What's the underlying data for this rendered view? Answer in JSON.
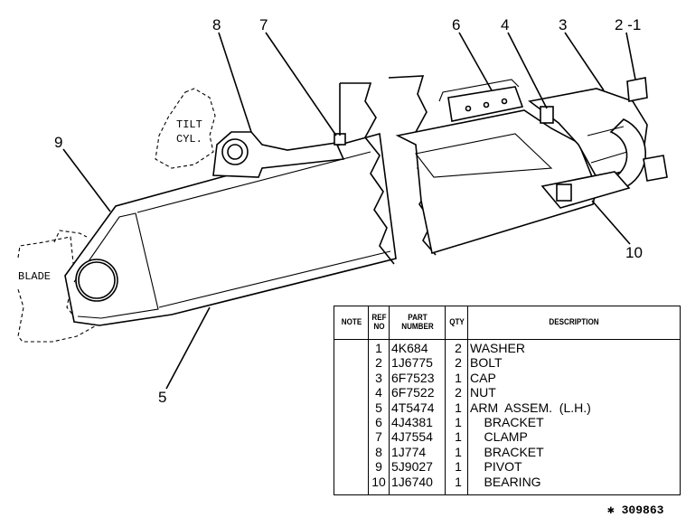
{
  "callouts": {
    "c1": "2 -1",
    "c2": "3",
    "c3": "4",
    "c4": "6",
    "c5": "7",
    "c6": "8",
    "c7": "9",
    "c8": "10",
    "c9": "5"
  },
  "annotations": {
    "tilt_line1": "TILT",
    "tilt_line2": "CYL.",
    "blade": "BLADE"
  },
  "table": {
    "headers": {
      "note": "NOTE",
      "ref_line1": "REF",
      "ref_line2": "NO",
      "part_line1": "PART",
      "part_line2": "NUMBER",
      "qty": "QTY",
      "description": "DESCRIPTION"
    },
    "rows": [
      {
        "ref": "1",
        "part": "4K684",
        "qty": "2",
        "desc": "WASHER"
      },
      {
        "ref": "2",
        "part": "1J6775",
        "qty": "2",
        "desc": "BOLT"
      },
      {
        "ref": "3",
        "part": "6F7523",
        "qty": "1",
        "desc": "CAP"
      },
      {
        "ref": "4",
        "part": "6F7522",
        "qty": "2",
        "desc": "NUT"
      },
      {
        "ref": "5",
        "part": "4T5474",
        "qty": "1",
        "desc": "ARM  ASSEM.  (L.H.)"
      },
      {
        "ref": "6",
        "part": "4J4381",
        "qty": "1",
        "desc": "    BRACKET"
      },
      {
        "ref": "7",
        "part": "4J7554",
        "qty": "1",
        "desc": "    CLAMP"
      },
      {
        "ref": "8",
        "part": "1J774",
        "qty": "1",
        "desc": "    BRACKET"
      },
      {
        "ref": "9",
        "part": "5J9027",
        "qty": "1",
        "desc": "    PIVOT"
      },
      {
        "ref": "10",
        "part": "1J6740",
        "qty": "1",
        "desc": "    BEARING"
      }
    ]
  },
  "figure_id": "✱ 309863"
}
